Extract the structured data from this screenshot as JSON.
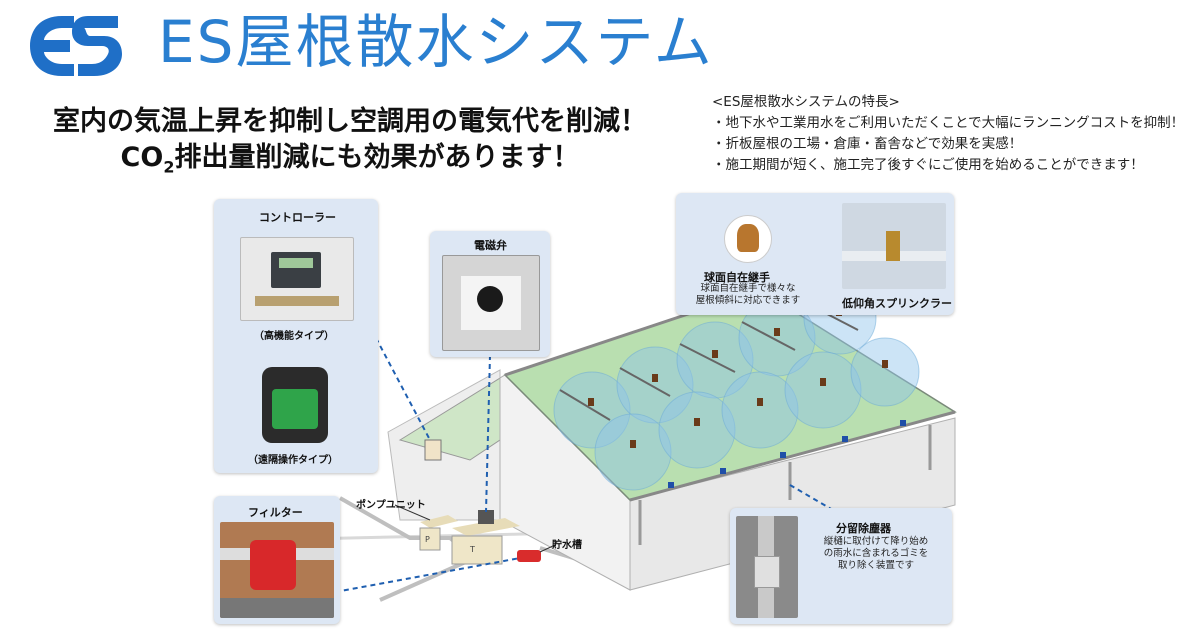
{
  "header": {
    "logo_text": "ES",
    "title": "ES屋根散水システム",
    "headline_line1": "室内の気温上昇を抑制し空調用の電気代を削減！",
    "headline_line2_pre": "CO",
    "headline_line2_sub": "2",
    "headline_line2_post": "排出量削減にも効果があります！"
  },
  "features": {
    "heading": "<ES屋根散水システムの特長>",
    "items": [
      "・地下水や工業用水をご利用いただくことで大幅にランニングコストを抑制！",
      "・折板屋根の工場・倉庫・畜舎などで効果を実感！",
      "・施工期間が短く、施工完了後すぐにご使用を始めることができます！"
    ]
  },
  "callouts": {
    "controller": {
      "title": "コントローラー",
      "type1": "（高機能タイプ）",
      "type2": "（遠隔操作タイプ）"
    },
    "valve": {
      "title": "電磁弁"
    },
    "joint": {
      "title": "球面自在継手",
      "desc1": "球面自在継手で様々な",
      "desc2": "屋根傾斜に対応できます"
    },
    "sprinkler": {
      "title": "低仰角スプリンクラー"
    },
    "filter": {
      "title": "フィルター"
    },
    "pump": {
      "title": "ポンプユニット",
      "p": "P",
      "t": "T"
    },
    "tank": {
      "title": "貯水槽"
    },
    "separator": {
      "title": "分留除塵器",
      "desc1": "縦樋に取付けて降り始め",
      "desc2": "の雨水に含まれるゴミを",
      "desc3": "取り除く装置です"
    }
  },
  "colors": {
    "brand_blue": "#2a7fd0",
    "panel_bg": "#dde7f4",
    "roof_green": "#b9dfb0",
    "spray_blue": "#8fc4ea",
    "leader_blue": "#1f5fb0"
  }
}
